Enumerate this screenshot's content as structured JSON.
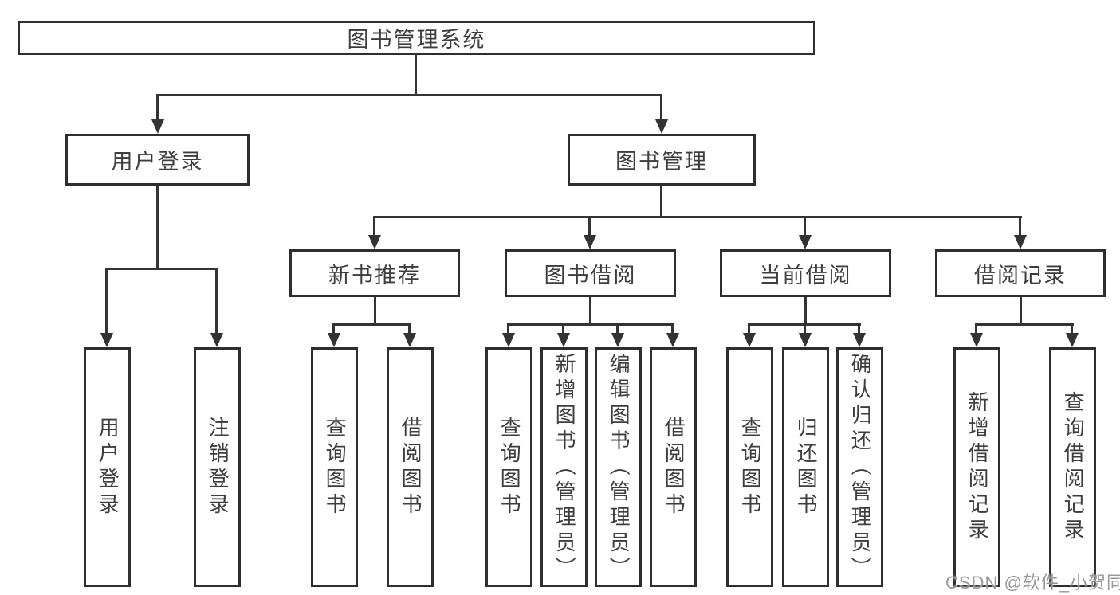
{
  "tree": {
    "root": "图书管理系统",
    "children": [
      {
        "label": "用户登录",
        "children": [
          "用户登录",
          "注销登录"
        ]
      },
      {
        "label": "图书管理",
        "children": [
          {
            "label": "新书推荐",
            "children": [
              "查询图书",
              "借阅图书"
            ]
          },
          {
            "label": "图书借阅",
            "children": [
              "查询图书",
              "新增图书（管理员）",
              "编辑图书（管理员）",
              "借阅图书"
            ]
          },
          {
            "label": "当前借阅",
            "children": [
              "查询图书",
              "归还图书",
              "确认归还（管理员）"
            ]
          },
          {
            "label": "借阅记录",
            "children": [
              "新增借阅记录",
              "查询借阅记录"
            ]
          }
        ]
      }
    ]
  },
  "watermark": "CSDN @软件_小贺同学",
  "colors": {
    "line": "#333333",
    "box_border": "#2e2e2e",
    "text": "#3d3d3d",
    "watermark": "#949494"
  }
}
